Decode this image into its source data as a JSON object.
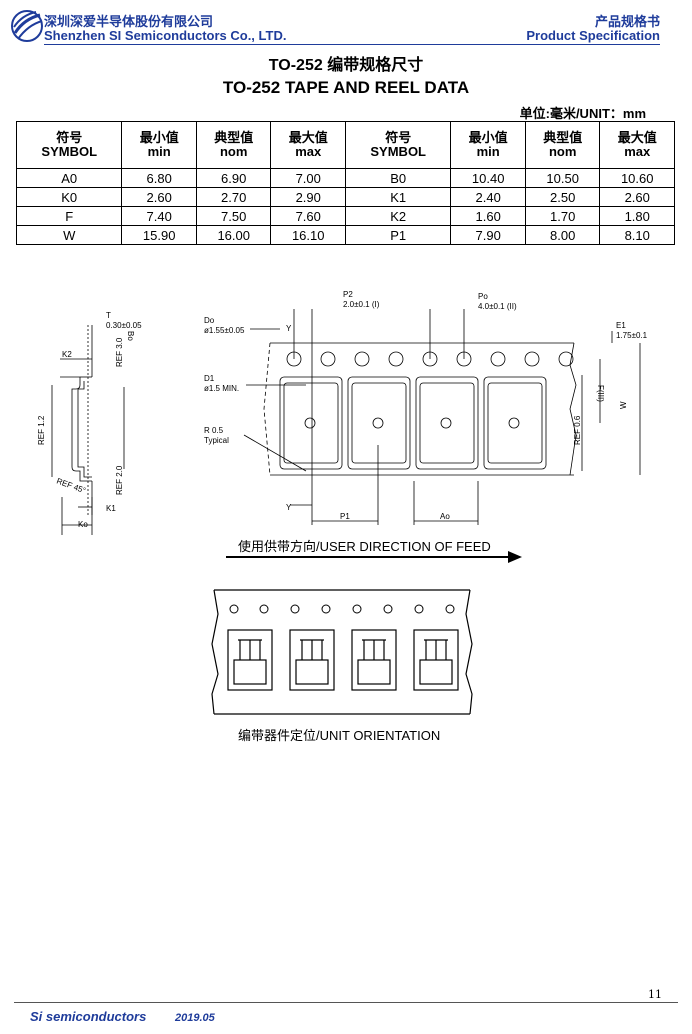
{
  "header": {
    "company_cn": "深圳深爱半导体股份有限公司",
    "company_en": "Shenzhen SI Semiconductors Co., LTD.",
    "doc_type_cn": "产品规格书",
    "doc_type_en": "Product Specification"
  },
  "title_cn": "TO-252 编带规格尺寸",
  "title_en": "TO-252 TAPE AND REEL DATA",
  "unit": "单位:毫米/UNIT：mm",
  "table": {
    "headers": [
      {
        "cn": "符号",
        "en": "SYMBOL"
      },
      {
        "cn": "最小值",
        "en": "min"
      },
      {
        "cn": "典型值",
        "en": "nom"
      },
      {
        "cn": "最大值",
        "en": "max"
      },
      {
        "cn": "符号",
        "en": "SYMBOL"
      },
      {
        "cn": "最小值",
        "en": "min"
      },
      {
        "cn": "典型值",
        "en": "nom"
      },
      {
        "cn": "最大值",
        "en": "max"
      }
    ],
    "rows": [
      [
        "A0",
        "6.80",
        "6.90",
        "7.00",
        "B0",
        "10.40",
        "10.50",
        "10.60"
      ],
      [
        "K0",
        "2.60",
        "2.70",
        "2.90",
        "K1",
        "2.40",
        "2.50",
        "2.60"
      ],
      [
        "F",
        "7.40",
        "7.50",
        "7.60",
        "K2",
        "1.60",
        "1.70",
        "1.80"
      ],
      [
        "W",
        "15.90",
        "16.00",
        "16.10",
        "P1",
        "7.90",
        "8.00",
        "8.10"
      ]
    ]
  },
  "drawing": {
    "t_label": "T",
    "t_value": "0.30±0.05",
    "k2": "K2",
    "ref30": "REF 3.0",
    "ref12": "REF 1.2",
    "b0": "Bo",
    "ref20": "REF 2.0",
    "ref45": "REF 45°",
    "k1": "K1",
    "k0": "Ko",
    "p2_label": "P2",
    "p2_value": "2.0±0.1 (I)",
    "p0_label": "Po",
    "p0_value": "4.0±0.1 (II)",
    "d0_label": "Do",
    "d0_value": "ø1.55±0.05",
    "y": "Y",
    "d1_label": "D1",
    "d1_value": "ø1.5 MIN.",
    "r_label": "R 0.5",
    "r_note": "Typical",
    "e1_label": "E1",
    "e1_value": "1.75±0.1",
    "f_label": "F(III)",
    "w_label": "W",
    "ref06": "REF 0.6",
    "p1": "P1",
    "a0": "Ao",
    "feed": "使用供带方向/USER DIRECTION OF FEED",
    "orientation": "编带器件定位/UNIT ORIENTATION"
  },
  "page_number": "11",
  "footer": {
    "company": "Si semiconductors",
    "date": "2019.05"
  }
}
